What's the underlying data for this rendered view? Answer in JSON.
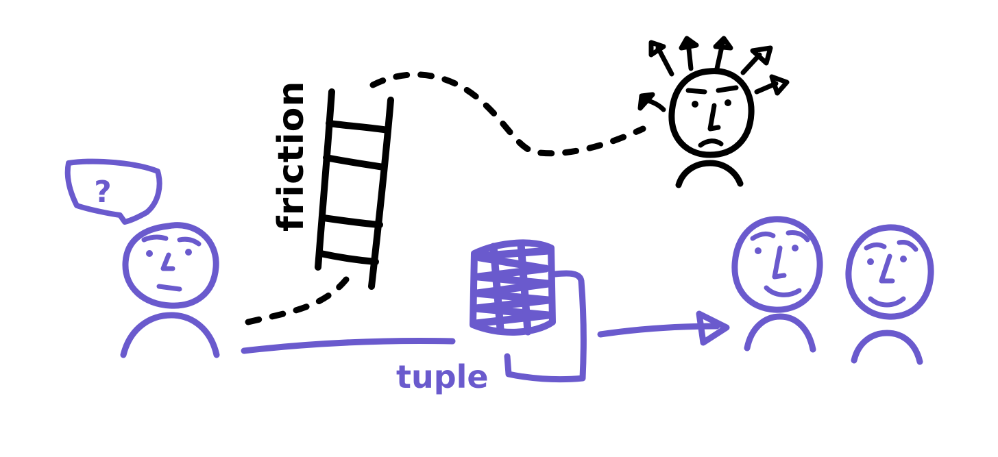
{
  "labels": {
    "friction": "friction",
    "tuple": "tuple",
    "question_mark": "?"
  },
  "colors": {
    "ink_black": "#000000",
    "ink_purple": "#6a5acd",
    "background": "#ffffff"
  },
  "figures": {
    "confused_person": "purple person with question bubble",
    "stressed_person": "black person with arrows around head",
    "happy_people": "two smiling purple people"
  },
  "icons": {
    "ladder": "ladder-icon",
    "tuple_app": "tuple-logo-icon",
    "arrow": "arrow-right-icon"
  }
}
